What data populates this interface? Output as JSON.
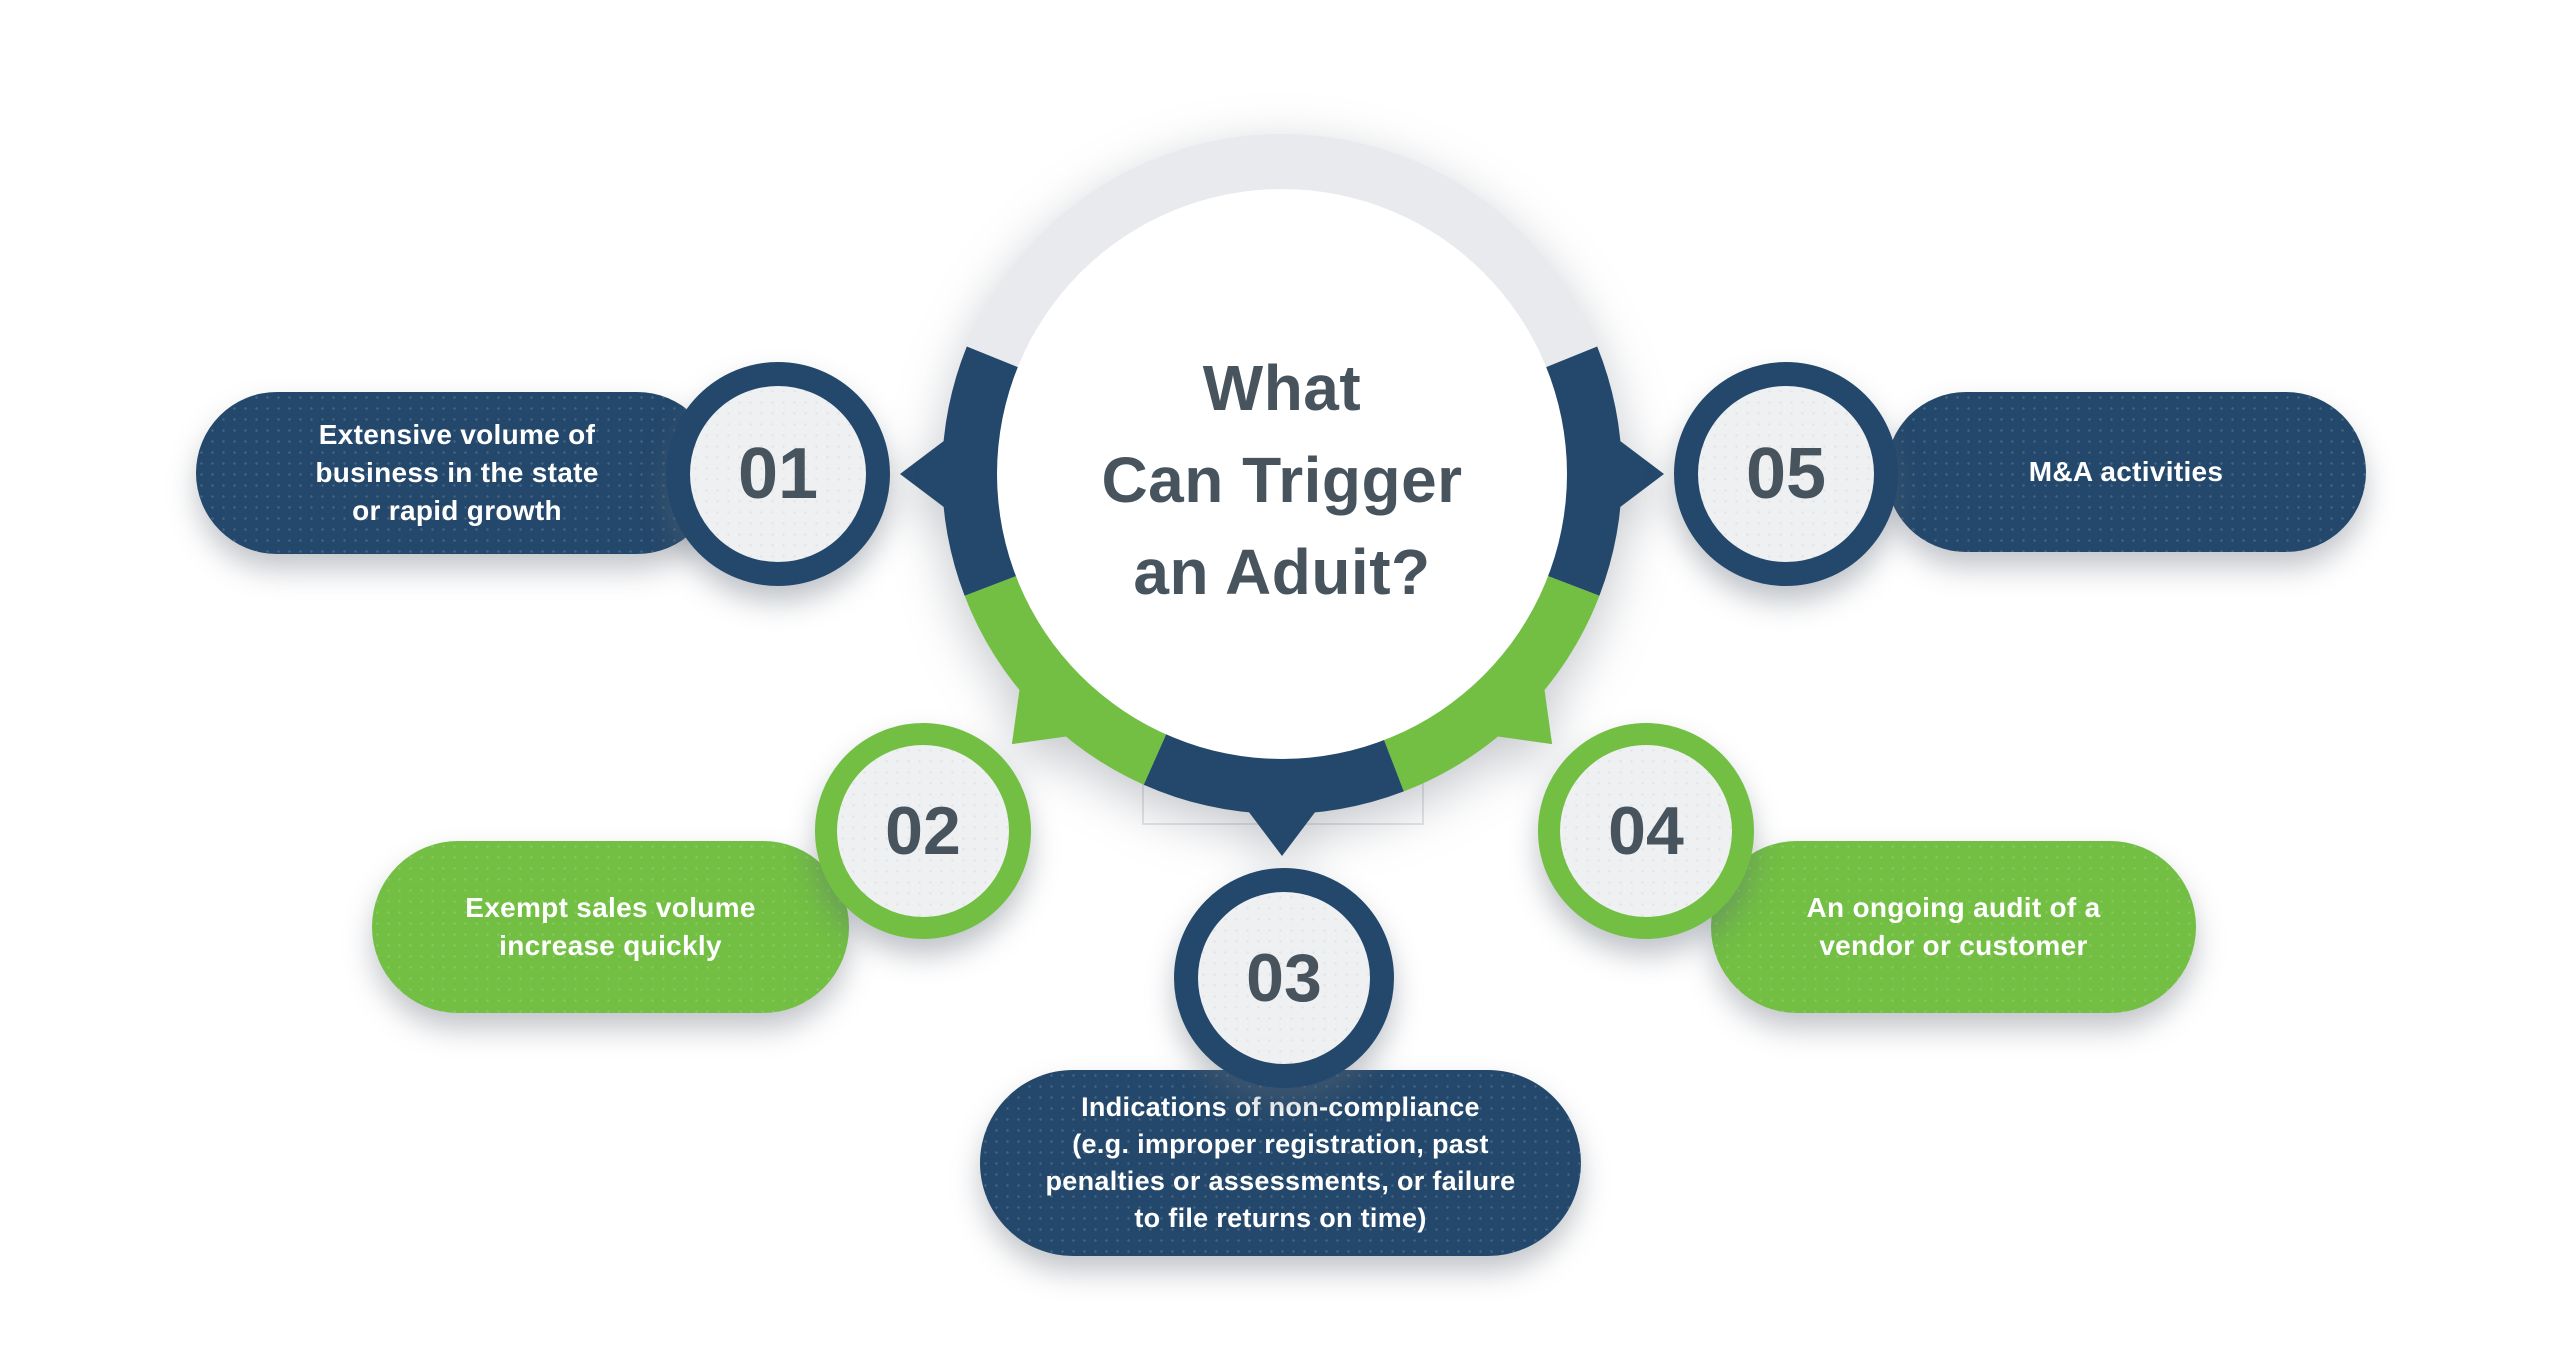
{
  "title": {
    "text": "What\nCan Trigger\nan Aduit?"
  },
  "colors": {
    "navy": "#24486B",
    "green": "#72BF44",
    "ring_gray": "#E9EAED",
    "badge_fill": "#EEF0F2",
    "inner_circle": "#FFFFFF",
    "title_text": "#47545E",
    "number_text": "#47545E",
    "pill_text": "#FFFFFF",
    "background": "#FFFFFF"
  },
  "items": [
    {
      "number": "01",
      "accent": "navy",
      "label": "Extensive volume of\nbusiness in the state\nor rapid growth"
    },
    {
      "number": "02",
      "accent": "green",
      "label": "Exempt sales volume\nincrease quickly"
    },
    {
      "number": "03",
      "accent": "navy",
      "label": "Indications of non-compliance\n(e.g. improper registration, past\npenalties or assessments, or failure\nto file returns on time)"
    },
    {
      "number": "04",
      "accent": "green",
      "label": "An ongoing audit of a\nvendor or customer"
    },
    {
      "number": "05",
      "accent": "navy",
      "label": "M&A activities"
    }
  ]
}
